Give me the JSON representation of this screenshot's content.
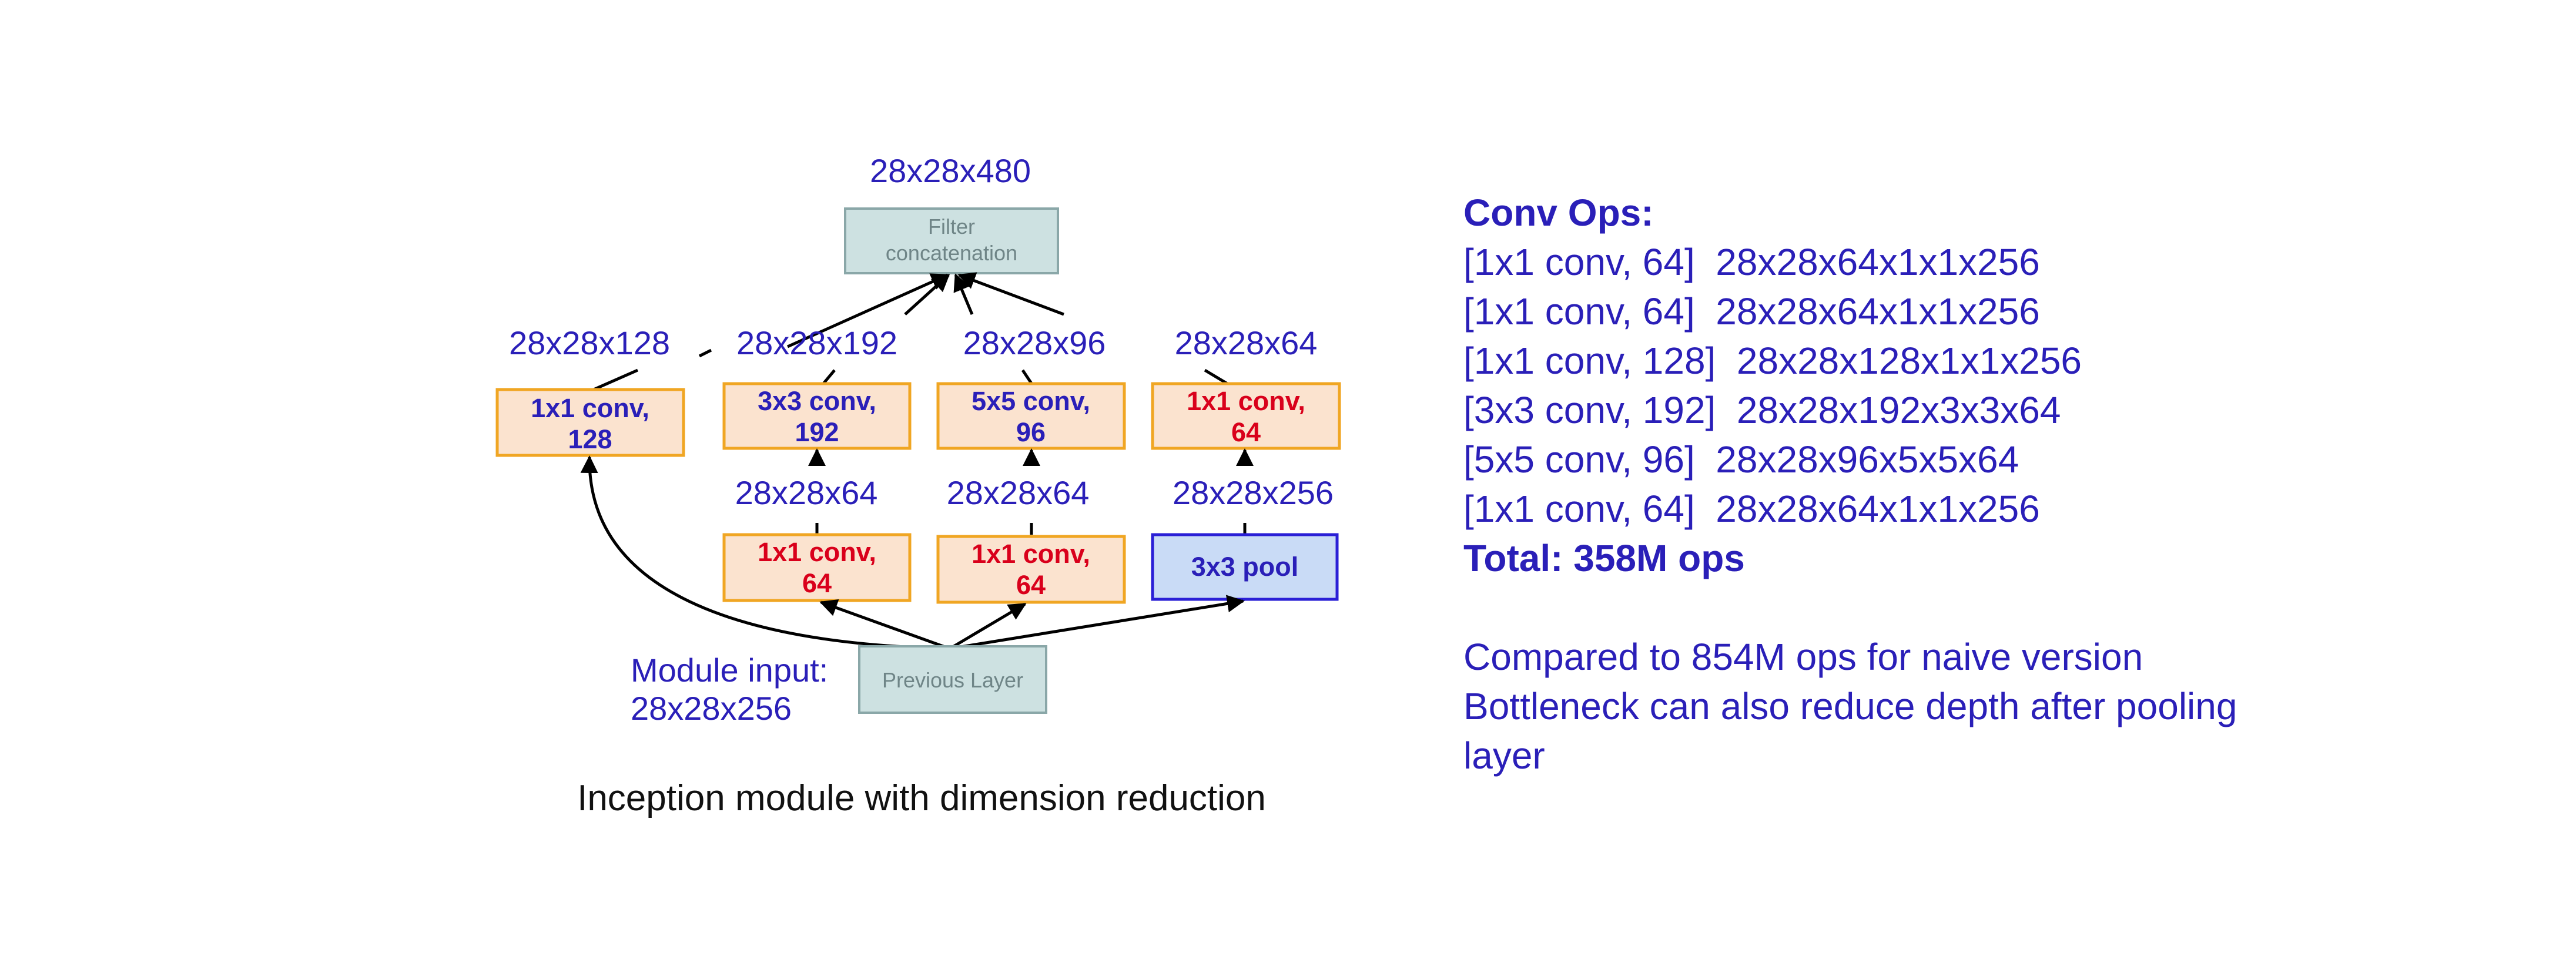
{
  "diagram": {
    "top_output_dim": "28x28x480",
    "concat_line1": "Filter",
    "concat_line2": "concatenation",
    "branches": [
      {
        "output_dim": "28x28x128",
        "box_line1": "1x1 conv,",
        "box_line2": "128"
      },
      {
        "output_dim": "28x28x192",
        "box_line1": "3x3 conv,",
        "box_line2": "192",
        "reduce_dim": "28x28x64",
        "reduce_line1": "1x1 conv,",
        "reduce_line2": "64"
      },
      {
        "output_dim": "28x28x96",
        "box_line1": "5x5 conv,",
        "box_line2": "96",
        "reduce_dim": "28x28x64",
        "reduce_line1": "1x1 conv,",
        "reduce_line2": "64"
      },
      {
        "output_dim": "28x28x64",
        "box_line1": "1x1 conv,",
        "box_line2": "64",
        "pool_dim": "28x28x256",
        "pool_label": "3x3 pool"
      }
    ],
    "input_label_line1": "Module input:",
    "input_label_line2": "28x28x256",
    "previous_layer": "Previous Layer",
    "caption": "Inception module with dimension reduction",
    "colors": {
      "orange_fill": "#fbe3cf",
      "orange_border": "#f0a623",
      "blue_text": "#2a1fb8",
      "red_text": "#d9001b",
      "pool_fill": "#c9dbf6",
      "pool_border": "#2a1fd6",
      "gray_fill": "#cde1e1",
      "gray_border": "#8aa7a8"
    }
  },
  "ops": {
    "heading": "Conv Ops:",
    "rows": [
      {
        "op": "[1x1 conv, 64]",
        "calc": "28x28x64x1x1x256"
      },
      {
        "op": "[1x1 conv, 64]",
        "calc": "28x28x64x1x1x256"
      },
      {
        "op": "[1x1 conv, 128]",
        "calc": "28x28x128x1x1x256"
      },
      {
        "op": "[3x3 conv, 192]",
        "calc": "28x28x192x3x3x64"
      },
      {
        "op": "[5x5 conv, 96]",
        "calc": "28x28x96x5x5x64"
      },
      {
        "op": "[1x1 conv, 64]",
        "calc": "28x28x64x1x1x256"
      }
    ],
    "total": "Total: 358M ops",
    "note1": "Compared to 854M ops for naive version",
    "note2": "Bottleneck can also reduce depth after pooling layer"
  }
}
